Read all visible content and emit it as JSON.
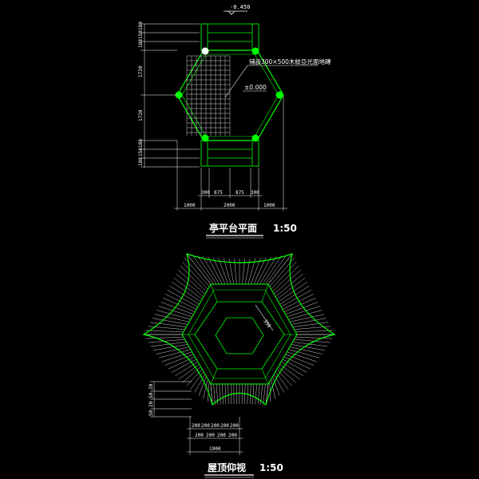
{
  "drawing": {
    "plan": {
      "top_elevation": "-0.450",
      "floor_note": "铺設300×500木紋亞光面地磚",
      "floor_elevation": "±0.000",
      "title": "亭平台平面",
      "scale": "1:50",
      "left_dims": [
        "180",
        "150",
        "180",
        "1720",
        "1720",
        "180",
        "150",
        "180"
      ],
      "bottom_dims_row1": [
        "300",
        "875",
        "875",
        "300"
      ],
      "bottom_dims_row2": [
        "1000",
        "2000",
        "1000"
      ]
    },
    "roof": {
      "title": "屋顶仰视",
      "scale": "1:50",
      "diag_dim": "350",
      "left_dims": [
        "20",
        "50",
        "20",
        "50"
      ],
      "bottom_dims_row1": [
        "200",
        "200",
        "200",
        "200",
        "200"
      ],
      "bottom_dims_row2": [
        "200",
        "200",
        "200",
        "200"
      ],
      "bottom_dims_row3": "1900"
    },
    "colors": {
      "background": "#000000",
      "linework": "#00ff00",
      "text": "#ffffff",
      "column_fill": "#00ff00",
      "column_top": "#ffffff"
    }
  }
}
